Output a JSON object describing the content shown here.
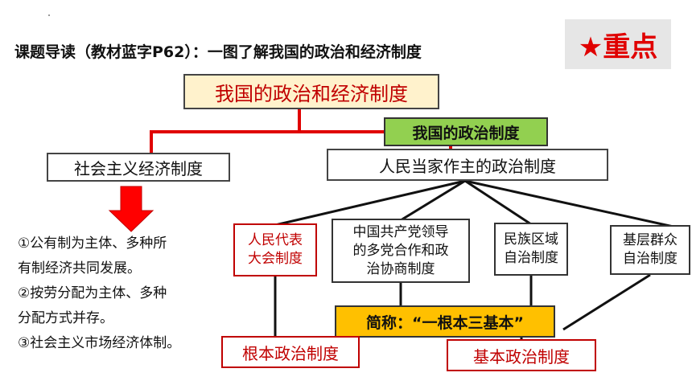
{
  "header": {
    "title": "课题导读（教材蓝字P62）：一图了解我国的政治和经济制度",
    "badge": "★重点"
  },
  "diagram": {
    "root": "我国的政治和经济制度",
    "economic_branch": "社会主义经济制度",
    "political_header": "我国的政治制度",
    "political_branch": "人民当家作主的政治制度",
    "political_subsystems": [
      {
        "line1": "人民代表",
        "line2": "大会制度",
        "line3": ""
      },
      {
        "line1": "中国共产党领导",
        "line2": "的多党合作和政",
        "line3": "治协商制度"
      },
      {
        "line1": "民族区域",
        "line2": "自治制度",
        "line3": ""
      },
      {
        "line1": "基层群众",
        "line2": "自治制度",
        "line3": ""
      }
    ],
    "summary": "简称：“一根本三基本”",
    "fundamental": "根本政治制度",
    "basic": "基本政治制度",
    "economic_points": [
      "①公有制为主体、多种所",
      "有制经济共同发展。",
      "②按劳分配为主体、多种",
      "分配方式并存。",
      "③社会主义市场经济体制。"
    ]
  },
  "colors": {
    "connector_red": "#e00000",
    "arrow_red": "#ff0000",
    "root_fill": "#fff2cc",
    "green_fill": "#92d050",
    "yellow_fill": "#ffc000",
    "text_red": "#c00000",
    "badge_bg": "#e6e6e6"
  }
}
